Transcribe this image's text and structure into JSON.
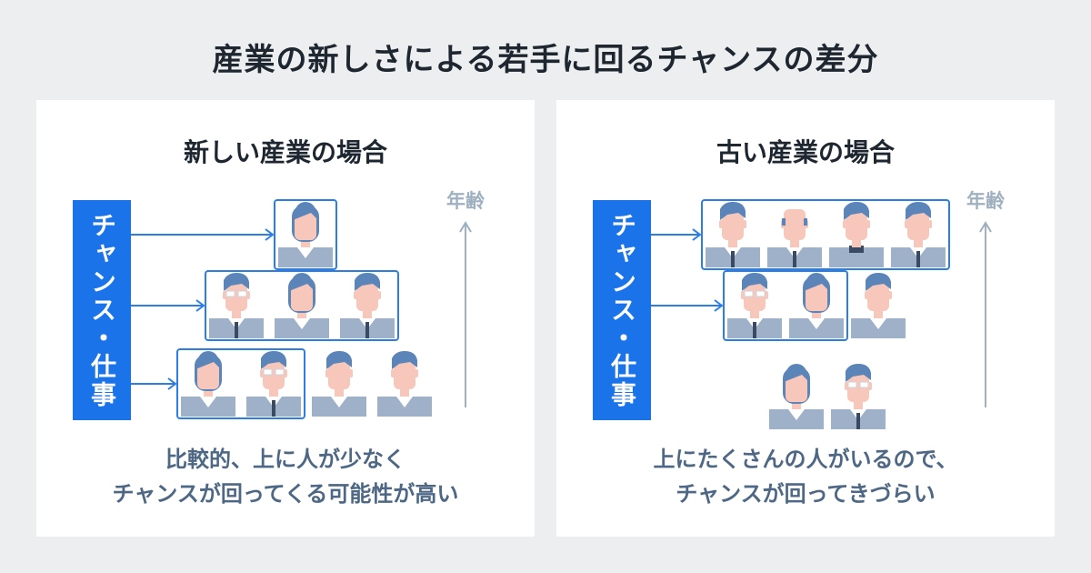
{
  "title": "産業の新しさによる若手に回るチャンスの差分",
  "colors": {
    "accent": "#1a73e8",
    "frame": "#2d7de6",
    "arrow": "#2d7de6",
    "age_axis": "#9fb0c1",
    "hair": "#5b84b8",
    "face": "#f6c7ba",
    "suit": "#9fb1c8",
    "shirt": "#ffffff",
    "tie": "#3a4a63",
    "caption": "#4d6785"
  },
  "panels": [
    {
      "id": "new",
      "title": "新しい産業の場合",
      "chance_label": "チャンス・仕事",
      "age_label": "年齢",
      "caption_lines": [
        "比較的、上に人が少なく",
        "チャンスが回ってくる可能性が高い"
      ],
      "rows": [
        {
          "people": [
            "woman"
          ],
          "in_frame": 1
        },
        {
          "people": [
            "man-glasses",
            "woman",
            "man-tie"
          ],
          "in_frame": 3
        },
        {
          "people": [
            "woman",
            "man-glasses",
            "man",
            "man"
          ],
          "in_frame": 2
        }
      ]
    },
    {
      "id": "old",
      "title": "古い産業の場合",
      "chance_label": "チャンス・仕事",
      "age_label": "年齢",
      "caption_lines": [
        "上にたくさんの人がいるので、",
        "チャンスが回ってきづらい"
      ],
      "rows": [
        {
          "people": [
            "man-tie",
            "bald",
            "man-turtleneck",
            "man-tie"
          ],
          "in_frame": 4
        },
        {
          "people": [
            "man-glasses",
            "woman",
            "man"
          ],
          "in_frame": 2
        },
        {
          "people": [
            "woman",
            "man-glasses"
          ],
          "in_frame": 0
        }
      ]
    }
  ]
}
